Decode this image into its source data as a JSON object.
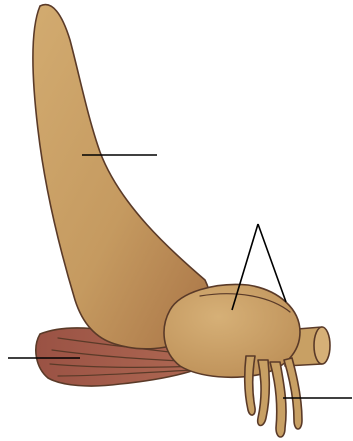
{
  "diagram": {
    "structures": [
      {
        "name": "upper-tall-lobe",
        "icon": "tall-lobe-shape",
        "color": "#c8a064"
      },
      {
        "name": "rear-striated-lobe",
        "icon": "striated-fan-shape",
        "color": "#a0584a"
      },
      {
        "name": "central-rounded-body",
        "icon": "rounded-body-shape",
        "color": "#c8a064"
      },
      {
        "name": "cylindrical-stalk",
        "icon": "cylinder-shape",
        "color": "#c8a064"
      },
      {
        "name": "hanging-tendrils",
        "icon": "tendril-shape",
        "color": "#c8a064"
      }
    ],
    "labels": [
      {
        "target": "upper-tall-lobe",
        "text": ""
      },
      {
        "target": "central-rounded-body",
        "text": ""
      },
      {
        "target": "rear-striated-lobe",
        "text": ""
      },
      {
        "target": "hanging-tendrils",
        "text": ""
      }
    ],
    "colors": {
      "body_fill": "#c8a064",
      "body_shadow": "#a87848",
      "rear_lobe_fill": "#a0584a",
      "outline": "#5a3a28",
      "leader_line": "#000000",
      "background": "#ffffff"
    }
  }
}
